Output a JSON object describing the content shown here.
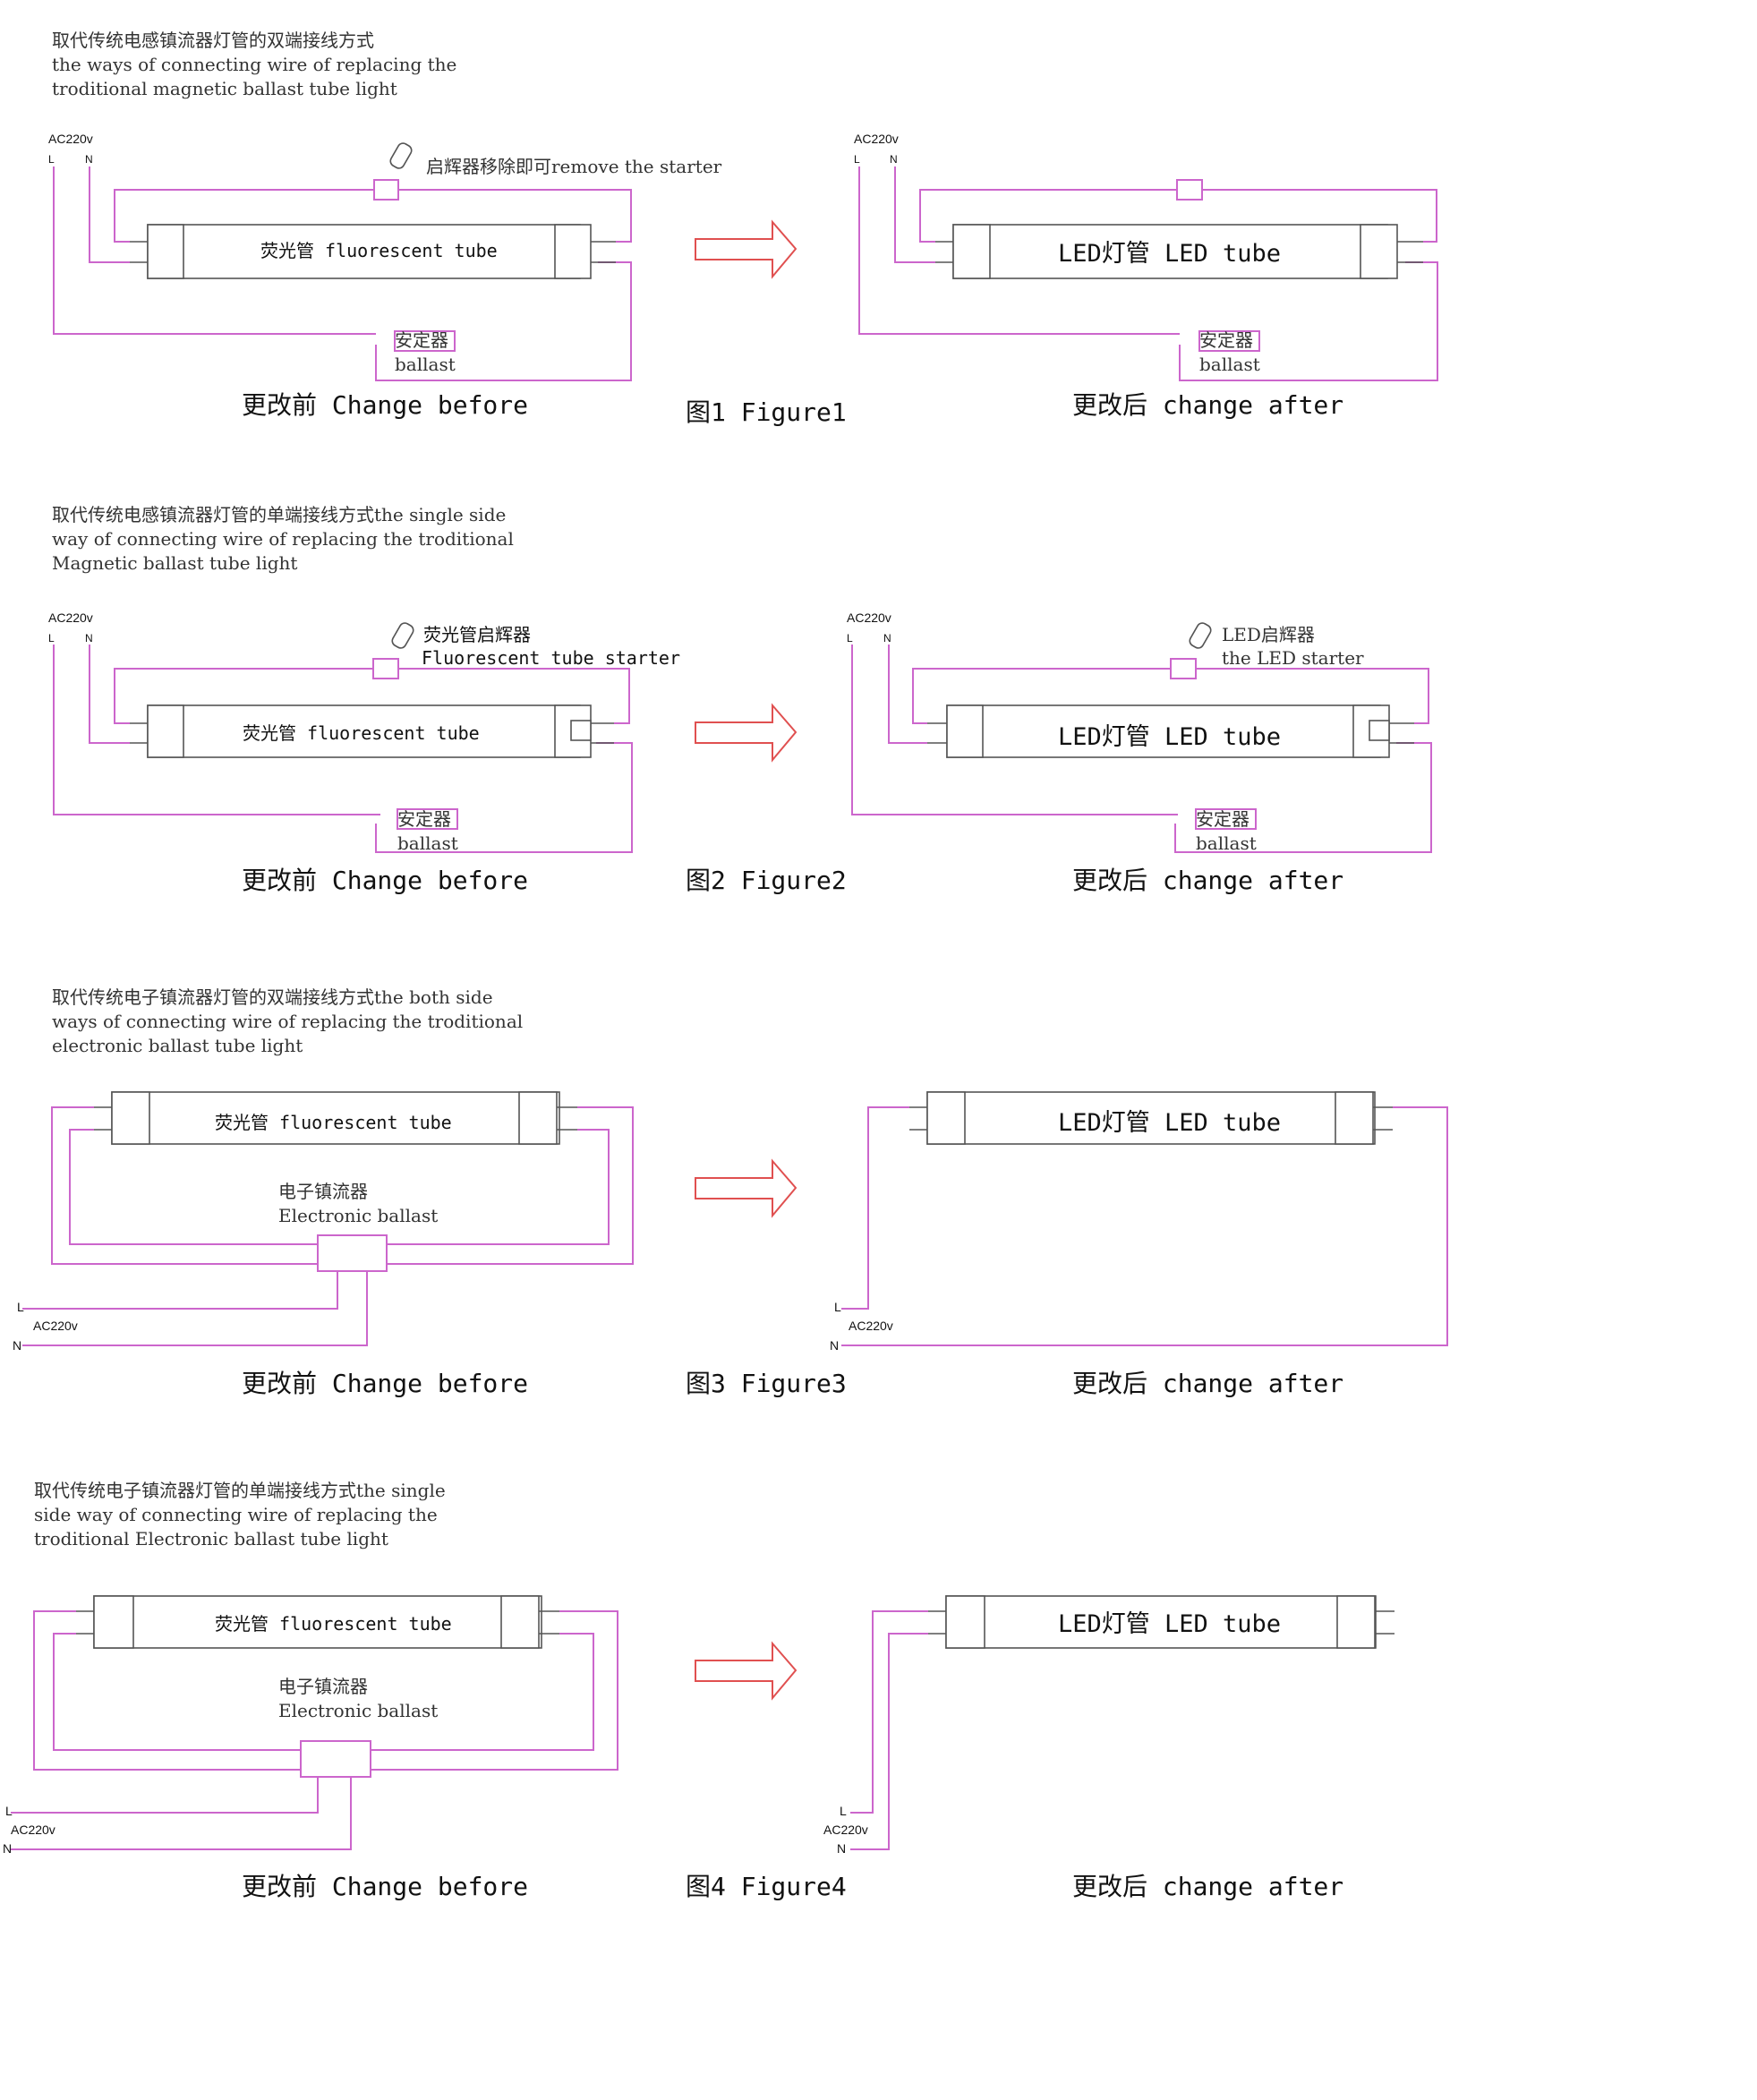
{
  "figures": [
    {
      "description": [
        "取代传统电感镇流器灯管的双端接线方式",
        "the ways of connecting wire of  replacing the",
        "troditional magnetic ballast tube light"
      ],
      "caption": "图1 Figure1",
      "before_label": "更改前 Change before",
      "after_label": "更改后 change after",
      "power_label": "AC220v",
      "L": "L",
      "N": "N",
      "old_tube_label": "荧光管  fluorescent tube",
      "led_tube_label": "LED灯管 LED tube",
      "ballast_cn": "安定器",
      "ballast_en": "ballast",
      "starter_note": "启辉器移除即可remove the starter"
    },
    {
      "description": [
        "取代传统电感镇流器灯管的单端接线方式the single side",
        "way of connecting wire of replacing the troditional",
        "Magnetic ballast tube light"
      ],
      "caption": "图2 Figure2",
      "before_label": "更改前 Change before",
      "after_label": "更改后 change after",
      "power_label": "AC220v",
      "L": "L",
      "N": "N",
      "old_tube_label": "荧光管  fluorescent tube",
      "led_tube_label": "LED灯管 LED tube",
      "ballast_cn": "安定器",
      "ballast_en": "ballast",
      "starter_cn": "荧光管启辉器",
      "starter_en": "Fluorescent tube starter",
      "led_starter_cn": "LED启辉器",
      "led_starter_en": "the LED starter"
    },
    {
      "description": [
        "取代传统电子镇流器灯管的双端接线方式the both side",
        "ways of connecting wire of replacing the troditional",
        "electronic ballast tube light"
      ],
      "caption": "图3 Figure3",
      "before_label": "更改前 Change before",
      "after_label": "更改后 change after",
      "power_label": "AC220v",
      "L": "L",
      "N": "N",
      "old_tube_label": "荧光管  fluorescent tube",
      "led_tube_label": "LED灯管 LED tube",
      "eballast_cn": "电子镇流器",
      "eballast_en": "Electronic ballast"
    },
    {
      "description": [
        "取代传统电子镇流器灯管的单端接线方式the single",
        "side way of connecting wire of replacing the",
        "troditional Electronic ballast tube light"
      ],
      "caption": "图4 Figure4",
      "before_label": "更改前 Change before",
      "after_label": "更改后 change after",
      "power_label": "AC220v",
      "L": "L",
      "N": "N",
      "old_tube_label": "荧光管  fluorescent tube",
      "led_tube_label": "LED灯管 LED tube",
      "eballast_cn": "电子镇流器",
      "eballast_en": "Electronic ballast"
    }
  ],
  "colors": {
    "wire": "#cc66cc",
    "arrow": "#e05050",
    "outline": "#555555"
  }
}
